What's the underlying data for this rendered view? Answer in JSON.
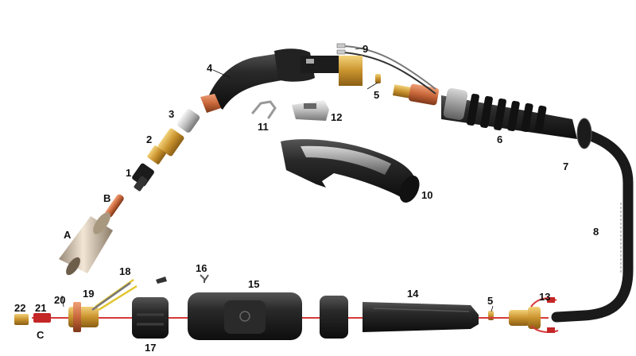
{
  "callouts": {
    "n1": "1",
    "n2": "2",
    "n3": "3",
    "n4": "4",
    "n5a": "5",
    "n5b": "5",
    "n6": "6",
    "n7": "7",
    "n8": "8",
    "n9": "9",
    "n10": "10",
    "n11": "11",
    "n12": "12",
    "n13": "13",
    "n14": "14",
    "n15": "15",
    "n16": "16",
    "n17": "17",
    "n18": "18",
    "n19": "19",
    "n20": "20",
    "n21": "21",
    "n22": "22",
    "nA": "A",
    "nB": "B",
    "nC": "C"
  },
  "colors": {
    "cable": "#1a1a1a",
    "wire_red": "#d63a3a",
    "brass": "#d9a441",
    "copper": "#c8673a",
    "handle_gray": "#8c8c8c",
    "body_black": "#222222"
  }
}
